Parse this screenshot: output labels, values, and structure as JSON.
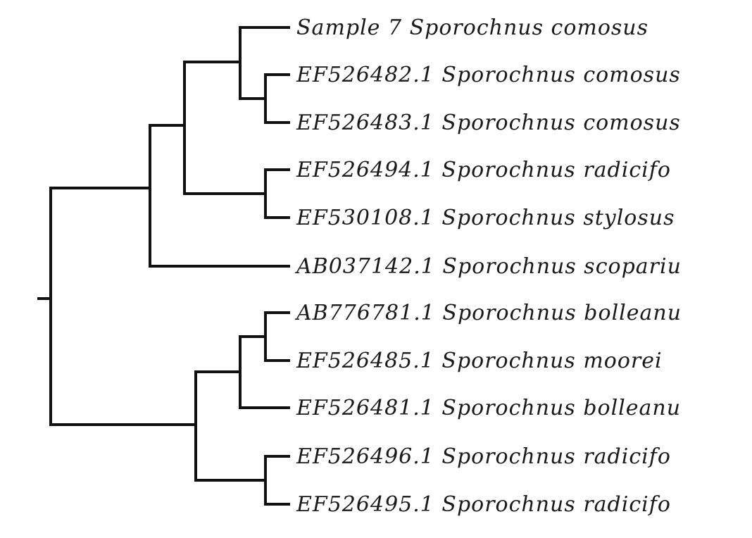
{
  "tree": {
    "leaves": [
      "Sample 7 Sporochnus comosus",
      "EF526482.1 Sporochnus comosus",
      "EF526483.1 Sporochnus comosus",
      "EF526494.1 Sporochnus radicifo",
      "EF530108.1 Sporochnus stylosus",
      "AB037142.1 Sporochnus scopariu",
      "AB776781.1 Sporochnus bolleanu",
      "EF526485.1 Sporochnus moorei",
      "EF526481.1 Sporochnus bolleanu",
      "EF526496.1 Sporochnus radicifo",
      "EF526495.1 Sporochnus radicifo"
    ],
    "colors": {
      "branch": "#111111",
      "label": "#1a1a1a",
      "background": "#ffffff"
    }
  }
}
